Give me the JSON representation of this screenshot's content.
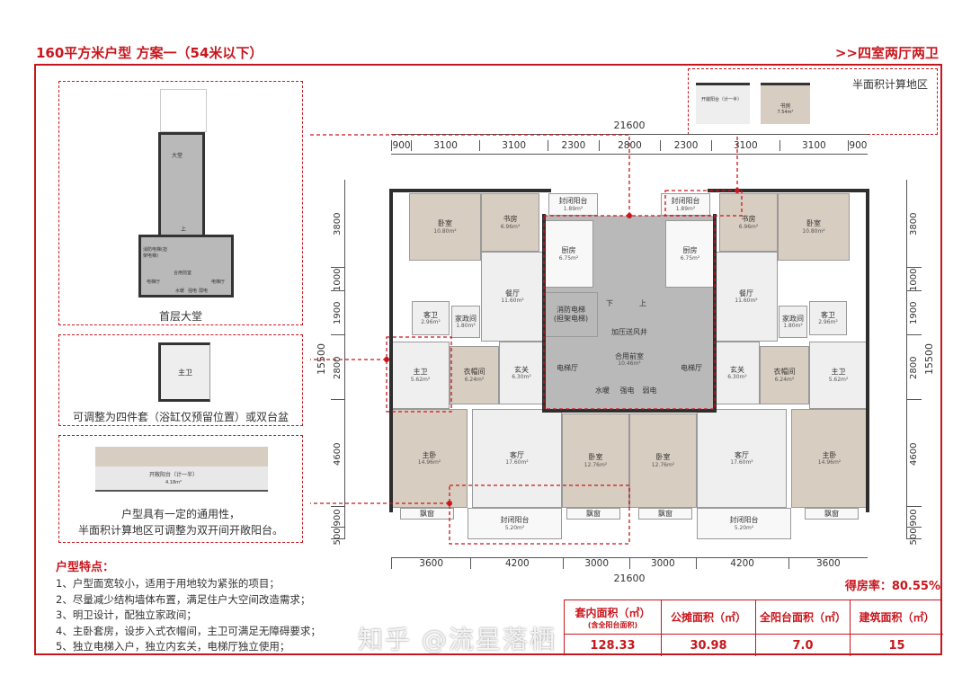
{
  "header": {
    "title": "160平方米户型 方案一（54米以下）",
    "subtitle": ">>四室两厅两卫"
  },
  "colors": {
    "accent": "#c8161d",
    "room_warm": "#d8cdc1",
    "room_cool": "#efefef",
    "core": "#b9b9b9"
  },
  "panels": {
    "lobby": {
      "caption": "首层大堂",
      "labels": [
        "大堂",
        "消防电梯(担架电梯)",
        "合用前室",
        "电梯厅",
        "电梯厅",
        "水暖",
        "强电",
        "弱电",
        "上"
      ]
    },
    "bath": {
      "caption": "可调整为四件套（浴缸仅预留位置）或双台盆",
      "label": "主卫"
    },
    "balcony": {
      "caption_line1": "户型具有一定的通用性，",
      "caption_line2": "半面积计算地区可调整为双开间开敞阳台。",
      "label": "开敞阳台（计一半）",
      "area": "4.18m²"
    },
    "inset": {
      "caption": "半面积计算地区",
      "labels": [
        "开敞阳台（计一半）",
        "书房"
      ],
      "area": "7.54m²"
    }
  },
  "dimensions": {
    "total_width": "21600",
    "top": [
      "900",
      "3100",
      "3100",
      "2300",
      "2800",
      "2300",
      "3100",
      "3100",
      "900"
    ],
    "bottom": [
      "3600",
      "4200",
      "3000",
      "3000",
      "4200",
      "3600"
    ],
    "total_depth": "15500",
    "left": [
      "3800",
      "1000",
      "1900",
      "2800",
      "4600",
      "900",
      "500"
    ],
    "right": [
      "3800",
      "1000",
      "1900",
      "2800",
      "4600",
      "900",
      "500"
    ]
  },
  "rooms": [
    {
      "name": "卧室",
      "area": "10.80m²"
    },
    {
      "name": "书房",
      "area": "6.96m²"
    },
    {
      "name": "封闭阳台",
      "area": "1.89m²"
    },
    {
      "name": "厨房",
      "area": "6.75m²"
    },
    {
      "name": "餐厅",
      "area": "11.60m²"
    },
    {
      "name": "客卫",
      "area": "2.96m²"
    },
    {
      "name": "家政间",
      "area": "1.80m²"
    },
    {
      "name": "主卫",
      "area": "5.62m²"
    },
    {
      "name": "衣帽间",
      "area": "6.24m²"
    },
    {
      "name": "玄关",
      "area": "6.30m²"
    },
    {
      "name": "主卧",
      "area": "14.96m²"
    },
    {
      "name": "客厅",
      "area": "17.60m²"
    },
    {
      "name": "卧室",
      "area": "12.76m²"
    },
    {
      "name": "封闭阳台",
      "area": "5.20m²"
    },
    {
      "name": "飘窗",
      "area": ""
    },
    {
      "name": "飘窗",
      "area": ""
    },
    {
      "name": "卧室",
      "area": "10.80m²"
    },
    {
      "name": "书房",
      "area": "6.96m²"
    },
    {
      "name": "封闭阳台",
      "area": "1.89m²"
    },
    {
      "name": "厨房",
      "area": "6.75m²"
    },
    {
      "name": "餐厅",
      "area": "11.60m²"
    },
    {
      "name": "客卫",
      "area": "2.96m²"
    },
    {
      "name": "家政间",
      "area": "1.80m²"
    },
    {
      "name": "主卫",
      "area": "5.62m²"
    },
    {
      "name": "衣帽间",
      "area": "6.24m²"
    },
    {
      "name": "玄关",
      "area": "6.30m²"
    },
    {
      "name": "主卧",
      "area": "14.96m²"
    },
    {
      "name": "客厅",
      "area": "17.60m²"
    },
    {
      "name": "卧室",
      "area": "12.76m²"
    },
    {
      "name": "封闭阳台",
      "area": "5.20m²"
    },
    {
      "name": "飘窗",
      "area": ""
    },
    {
      "name": "飘窗",
      "area": ""
    },
    {
      "name": "消防电梯\n(担架电梯)",
      "area": ""
    },
    {
      "name": "合用前室",
      "area": "10.46m²"
    },
    {
      "name": "电梯厅",
      "area": ""
    },
    {
      "name": "电梯厅",
      "area": ""
    },
    {
      "name": "水暖",
      "area": ""
    },
    {
      "name": "强电",
      "area": ""
    },
    {
      "name": "弱电",
      "area": ""
    },
    {
      "name": "下",
      "area": ""
    },
    {
      "name": "上",
      "area": ""
    },
    {
      "name": "加压送风井",
      "area": ""
    }
  ],
  "efficiency": "得房率：80.55%",
  "features": {
    "title": "户型特点：",
    "items": [
      "1、户型面宽较小，适用于用地较为紧张的项目；",
      "2、尽量减少结构墙体布置，满足住户大空间改造需求；",
      "3、明卫设计，配独立家政间；",
      "4、主卧套房，设步入式衣帽间，主卫可满足无障碍要求；",
      "5、独立电梯入户，独立内玄关，电梯厅独立使用；"
    ]
  },
  "area_table": {
    "headers": [
      {
        "label": "套内面积（㎡）",
        "note": "(含全阳台面积)"
      },
      {
        "label": "公摊面积（㎡）"
      },
      {
        "label": "全阳台面积（㎡）"
      },
      {
        "label": "建筑面积（㎡）"
      }
    ],
    "values": [
      "128.33",
      "30.98",
      "7.0",
      "15"
    ]
  },
  "watermark": "知乎 @流星落栖"
}
